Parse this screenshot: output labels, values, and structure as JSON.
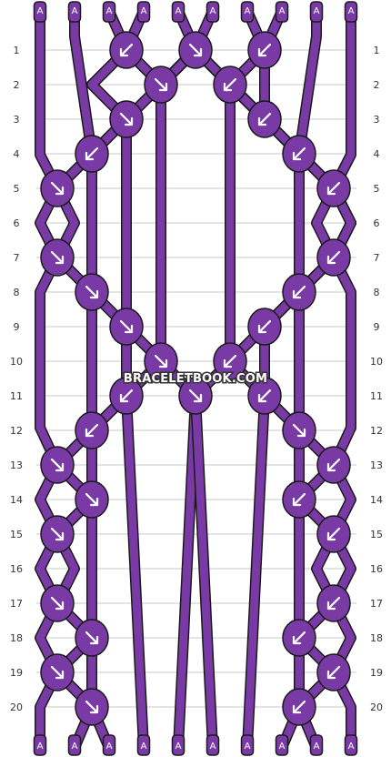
{
  "watermark": "BRACELETBOOK.COM",
  "strand_letter": "A",
  "strand_count": 10,
  "rows": [
    "1",
    "2",
    "3",
    "4",
    "5",
    "6",
    "7",
    "8",
    "9",
    "10",
    "11",
    "12",
    "13",
    "14",
    "15",
    "16",
    "17",
    "18",
    "19",
    "20"
  ],
  "colors": {
    "thread": "#7a3aa6",
    "outline": "#1a1a1a",
    "grid": "#c8c8c8",
    "arrow": "#ffffff"
  },
  "knots": [
    {
      "row": 1,
      "col": 2,
      "dir": "left"
    },
    {
      "row": 1,
      "col": 4,
      "dir": "right"
    },
    {
      "row": 1,
      "col": 6,
      "dir": "left"
    },
    {
      "row": 2,
      "col": 3,
      "dir": "right"
    },
    {
      "row": 2,
      "col": 5,
      "dir": "left"
    },
    {
      "row": 3,
      "col": 2,
      "dir": "right"
    },
    {
      "row": 3,
      "col": 6,
      "dir": "left"
    },
    {
      "row": 4,
      "col": 1,
      "dir": "left"
    },
    {
      "row": 4,
      "col": 7,
      "dir": "left"
    },
    {
      "row": 5,
      "col": 0,
      "dir": "right"
    },
    {
      "row": 5,
      "col": 8,
      "dir": "left"
    },
    {
      "row": 7,
      "col": 0,
      "dir": "right"
    },
    {
      "row": 7,
      "col": 8,
      "dir": "left"
    },
    {
      "row": 8,
      "col": 1,
      "dir": "right"
    },
    {
      "row": 8,
      "col": 7,
      "dir": "left"
    },
    {
      "row": 9,
      "col": 2,
      "dir": "right"
    },
    {
      "row": 9,
      "col": 6,
      "dir": "left"
    },
    {
      "row": 10,
      "col": 3,
      "dir": "right"
    },
    {
      "row": 10,
      "col": 5,
      "dir": "left"
    },
    {
      "row": 11,
      "col": 2,
      "dir": "left"
    },
    {
      "row": 11,
      "col": 4,
      "dir": "right"
    },
    {
      "row": 11,
      "col": 6,
      "dir": "left"
    },
    {
      "row": 12,
      "col": 1,
      "dir": "left"
    },
    {
      "row": 12,
      "col": 7,
      "dir": "right"
    },
    {
      "row": 13,
      "col": 0,
      "dir": "right"
    },
    {
      "row": 13,
      "col": 8,
      "dir": "left"
    },
    {
      "row": 14,
      "col": 1,
      "dir": "right"
    },
    {
      "row": 14,
      "col": 7,
      "dir": "left"
    },
    {
      "row": 15,
      "col": 0,
      "dir": "right"
    },
    {
      "row": 15,
      "col": 8,
      "dir": "left"
    },
    {
      "row": 17,
      "col": 0,
      "dir": "right"
    },
    {
      "row": 17,
      "col": 8,
      "dir": "left"
    },
    {
      "row": 18,
      "col": 1,
      "dir": "right"
    },
    {
      "row": 18,
      "col": 7,
      "dir": "left"
    },
    {
      "row": 19,
      "col": 0,
      "dir": "right"
    },
    {
      "row": 19,
      "col": 8,
      "dir": "left"
    },
    {
      "row": 20,
      "col": 1,
      "dir": "right"
    },
    {
      "row": 20,
      "col": 7,
      "dir": "left"
    }
  ]
}
